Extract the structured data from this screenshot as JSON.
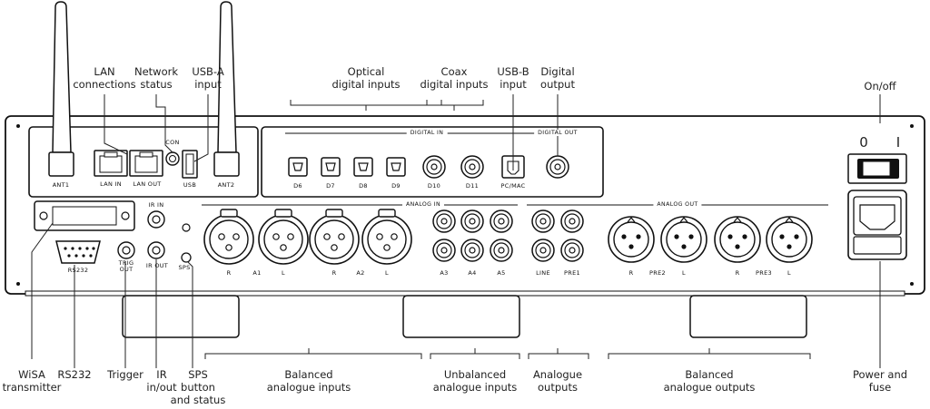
{
  "callouts_top": {
    "lan": [
      "LAN",
      "connections"
    ],
    "network_status": [
      "Network",
      "status"
    ],
    "usb_a": [
      "USB-A",
      "input"
    ],
    "optical": [
      "Optical",
      "digital inputs"
    ],
    "coax": [
      "Coax",
      "digital inputs"
    ],
    "usb_b": [
      "USB-B",
      "input"
    ],
    "digital_output": [
      "Digital",
      "output"
    ],
    "on_off": "On/off"
  },
  "callouts_bottom": {
    "wisa": [
      "WiSA",
      "transmitter"
    ],
    "rs232": "RS232",
    "trigger": "Trigger",
    "ir": [
      "IR",
      "in/out"
    ],
    "sps": [
      "SPS",
      "button",
      "and status"
    ],
    "balanced_in": [
      "Balanced",
      "analogue inputs"
    ],
    "unbalanced_in": [
      "Unbalanced",
      "analogue inputs"
    ],
    "analogue_out": [
      "Analogue",
      "outputs"
    ],
    "balanced_out": [
      "Balanced",
      "analogue outputs"
    ],
    "power": [
      "Power and",
      "fuse"
    ]
  },
  "panel_text": {
    "con": "CON",
    "ant1": "ANT1",
    "ant2": "ANT2",
    "lan_in": "LAN IN",
    "lan_out": "LAN OUT",
    "usb": "USB",
    "digital_in": "DIGITAL IN",
    "digital_out": "DIGITAL OUT",
    "d6": "D6",
    "d7": "D7",
    "d8": "D8",
    "d9": "D9",
    "d10": "D10",
    "d11": "D11",
    "pc_mac": "PC/MAC",
    "switch_0": "0",
    "switch_1": "I",
    "ir_in": "IR IN",
    "ir_out": "IR OUT",
    "trig_out": [
      "TRIG",
      "OUT"
    ],
    "sps": "SPS",
    "rs232": "RS232",
    "analog_in": "ANALOG IN",
    "analog_out": "ANALOG OUT",
    "a1_r": "R",
    "a1": "A1",
    "a1_l": "L",
    "a2_r": "R",
    "a2": "A2",
    "a2_l": "L",
    "a3": "A3",
    "a4": "A4",
    "a5": "A5",
    "line": "LINE",
    "pre1": "PRE1",
    "pre2_r": "R",
    "pre2": "PRE2",
    "pre2_l": "L",
    "pre3_r": "R",
    "pre3": "PRE3",
    "pre3_l": "L"
  }
}
